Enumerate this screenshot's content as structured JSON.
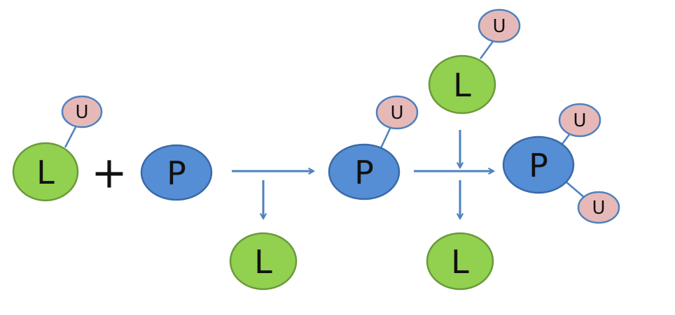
{
  "nodes": {
    "ligand": "L",
    "protein": "P",
    "ubiquitin": "U"
  },
  "operator": "+",
  "colors": {
    "ligand_fill": "#92d050",
    "ligand_stroke": "#6a9a3a",
    "protein_fill": "#558ed5",
    "protein_stroke": "#3a6aa8",
    "ubiquitin_fill": "#e6b9b8",
    "ubiquitin_stroke": "#4f81bd",
    "link": "#4f81bd",
    "arrow": "#4f81bd"
  }
}
